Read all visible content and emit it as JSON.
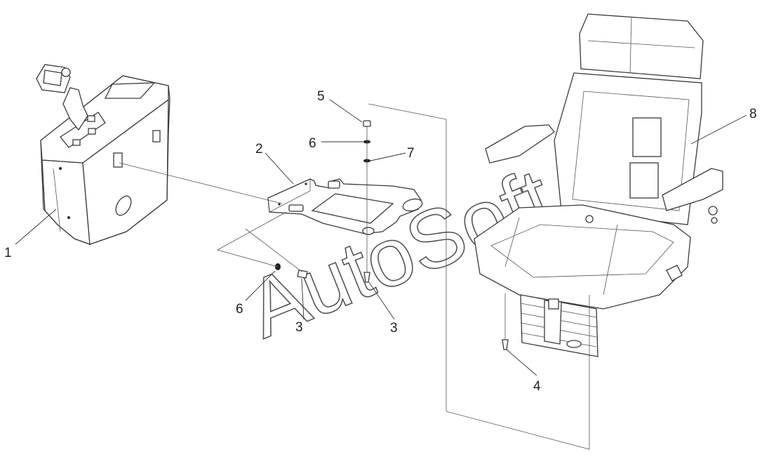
{
  "callouts": {
    "c1": "1",
    "c2": "2",
    "c3a": "3",
    "c3b": "3",
    "c4": "4",
    "c5": "5",
    "c6a": "6",
    "c6b": "6",
    "c7": "7",
    "c8": "8"
  },
  "watermark": "AutoSoft"
}
